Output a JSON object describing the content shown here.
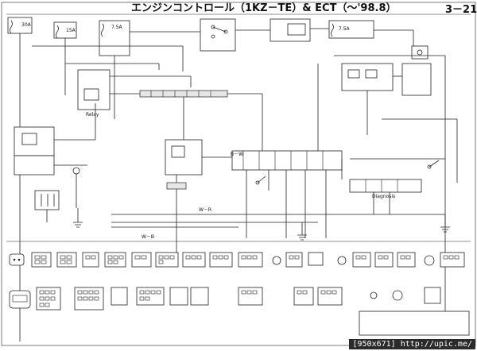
{
  "header": {
    "title": "エンジンコントロール（1KZ－TE）& ECT（～'98.8）",
    "page_number": "3－21"
  },
  "footer": {
    "watermark": "[950x671] http://upic.me/"
  },
  "labels": {
    "fuse_30a": "30A",
    "fuse_15a": "15A",
    "fuse_7_5a_a": "7.5A",
    "fuse_7_5a_b": "7.5A",
    "relay": "Relay",
    "diagnosis": "Diagnosis",
    "b_w": "B－W",
    "w_r": "W－R",
    "w_b": "W－B"
  },
  "colors": {
    "line": "#222222",
    "box_fill": "#ffffff",
    "shade_fill": "#e6e6e6",
    "watermark": "#ffffff",
    "watermark_bg": "#2b2b2b"
  },
  "icons": {
    "ground": "ground-icon",
    "switch": "switch-icon",
    "fuse": "fuse-icon",
    "relay": "relay-icon",
    "connector": "connector-icon"
  }
}
